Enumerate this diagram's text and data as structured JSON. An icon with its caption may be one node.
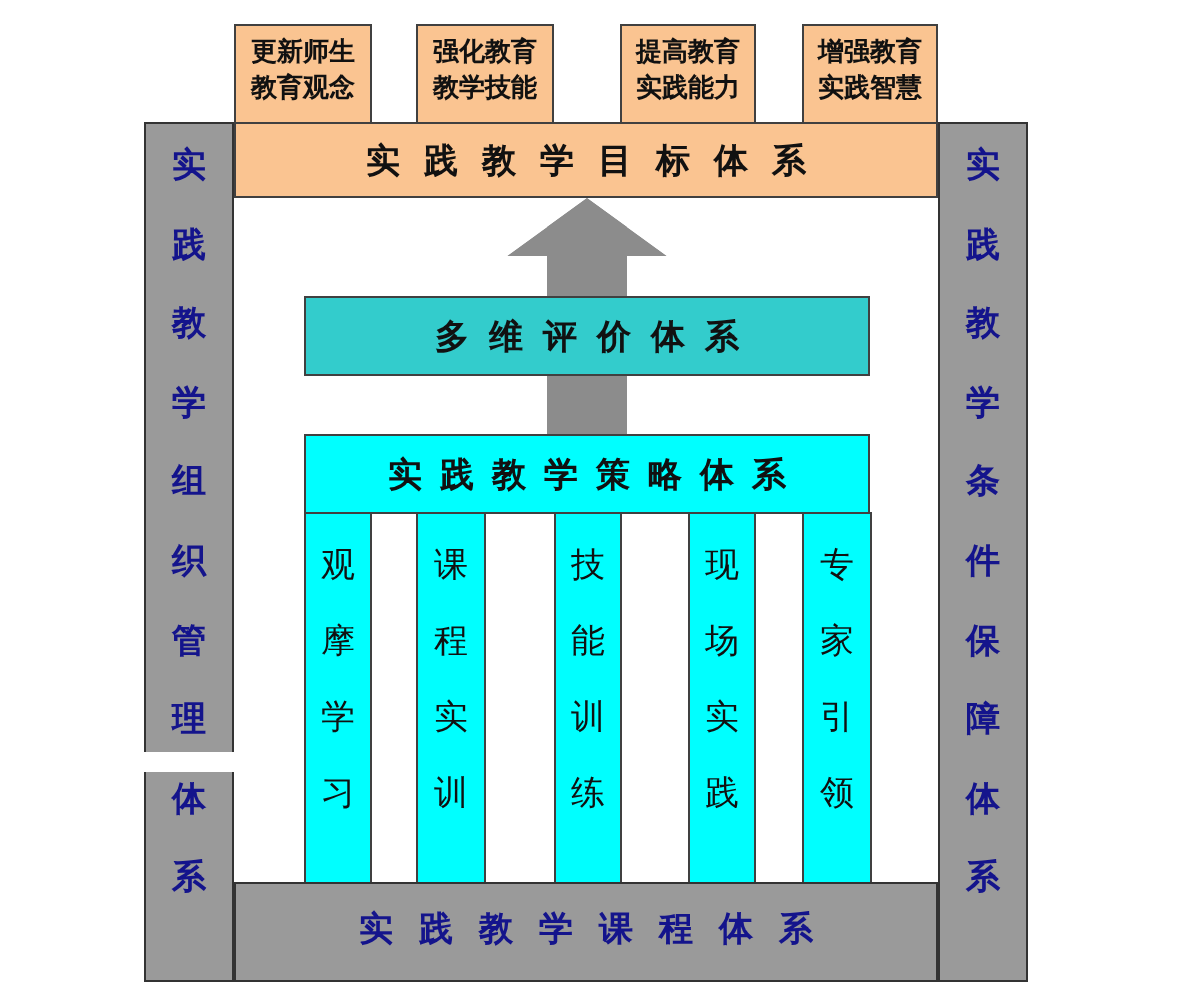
{
  "diagram": {
    "nodes": [
      {
        "text": [
          "更新师生教育观念"
        ]
      },
      {
        "text": [
          "强化教育教学技能"
        ]
      },
      {
        "text": [
          "提高教育实践能力"
        ]
      },
      {
        "text": [
          "增强教育实践智慧"
        ]
      },
      {
        "text": [
          "实践教学目标体系"
        ]
      },
      {
        "text": [
          "实践教学组织管理体系"
        ]
      },
      {
        "text": [
          "实践教学条件保障体系"
        ]
      },
      {
        "text": [
          "多维评价体系"
        ]
      },
      {
        "text": [
          "实践教学策略体系"
        ]
      },
      {
        "text": [
          "观摩学习"
        ]
      },
      {
        "text": [
          "课程实训"
        ]
      },
      {
        "text": [
          "技能训练"
        ]
      },
      {
        "text": [
          "现场实践"
        ]
      },
      {
        "text": [
          "专家引领"
        ]
      },
      {
        "text": [
          "实践教学课程体系"
        ]
      }
    ],
    "edges": [
      {
        "from": 8,
        "to": 7,
        "arrow": "none"
      },
      {
        "from": 7,
        "to": 4,
        "arrow": "to"
      }
    ]
  }
}
